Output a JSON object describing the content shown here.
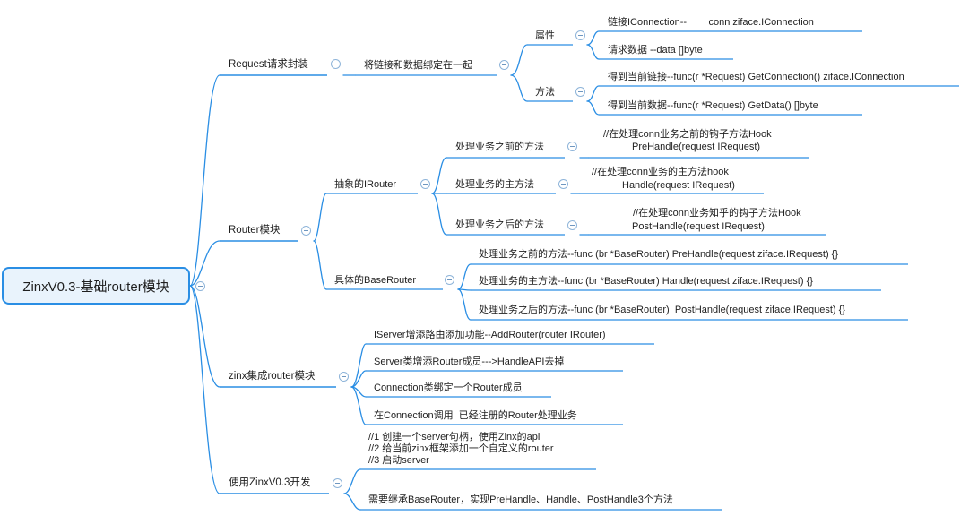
{
  "root": {
    "label": "ZinxV0.3-基础router模块"
  },
  "branches": {
    "request": {
      "label": "Request请求封装",
      "bind_group": {
        "label": "将链接和数据绑定在一起",
        "attrs": {
          "label": "属性",
          "items": [
            "链接IConnection--        conn ziface.IConnection",
            "请求数据 --data []byte"
          ]
        },
        "methods": {
          "label": "方法",
          "items": [
            "得到当前链接--func(r *Request) GetConnection() ziface.IConnection",
            "得到当前数据--func(r *Request) GetData() []byte"
          ]
        }
      }
    },
    "router": {
      "label": "Router模块",
      "irouter": {
        "label": "抽象的IRouter",
        "pre": {
          "label": "处理业务之前的方法",
          "detail": [
            "//在处理conn业务之前的钩子方法Hook",
            "PreHandle(request IRequest)"
          ]
        },
        "main": {
          "label": "处理业务的主方法",
          "detail": [
            "//在处理conn业务的主方法hook",
            "Handle(request IRequest)"
          ]
        },
        "post": {
          "label": "处理业务之后的方法",
          "detail": [
            "//在处理conn业务知乎的钩子方法Hook",
            "PostHandle(request IRequest)"
          ]
        }
      },
      "baserouter": {
        "label": "具体的BaseRouter",
        "items": [
          "处理业务之前的方法--func (br *BaseRouter) PreHandle(request ziface.IRequest) {}",
          "处理业务的主方法--func (br *BaseRouter) Handle(request ziface.IRequest) {}",
          "处理业务之后的方法--func (br *BaseRouter)  PostHandle(request ziface.IRequest) {}"
        ]
      }
    },
    "integrate": {
      "label": "zinx集成router模块",
      "items": [
        "IServer增添路由添加功能--AddRouter(router IRouter)",
        "Server类增添Router成员--->HandleAPI去掉",
        "Connection类绑定一个Router成员",
        "在Connection调用  已经注册的Router处理业务"
      ]
    },
    "usage": {
      "label": "使用ZinxV0.3开发",
      "steps": [
        "//1 创建一个server句柄，使用Zinx的api",
        "//2 给当前zinx框架添加一个自定义的router",
        "//3 启动server"
      ],
      "note": "需要继承BaseRouter，实现PreHandle、Handle、PostHandle3个方法"
    }
  }
}
